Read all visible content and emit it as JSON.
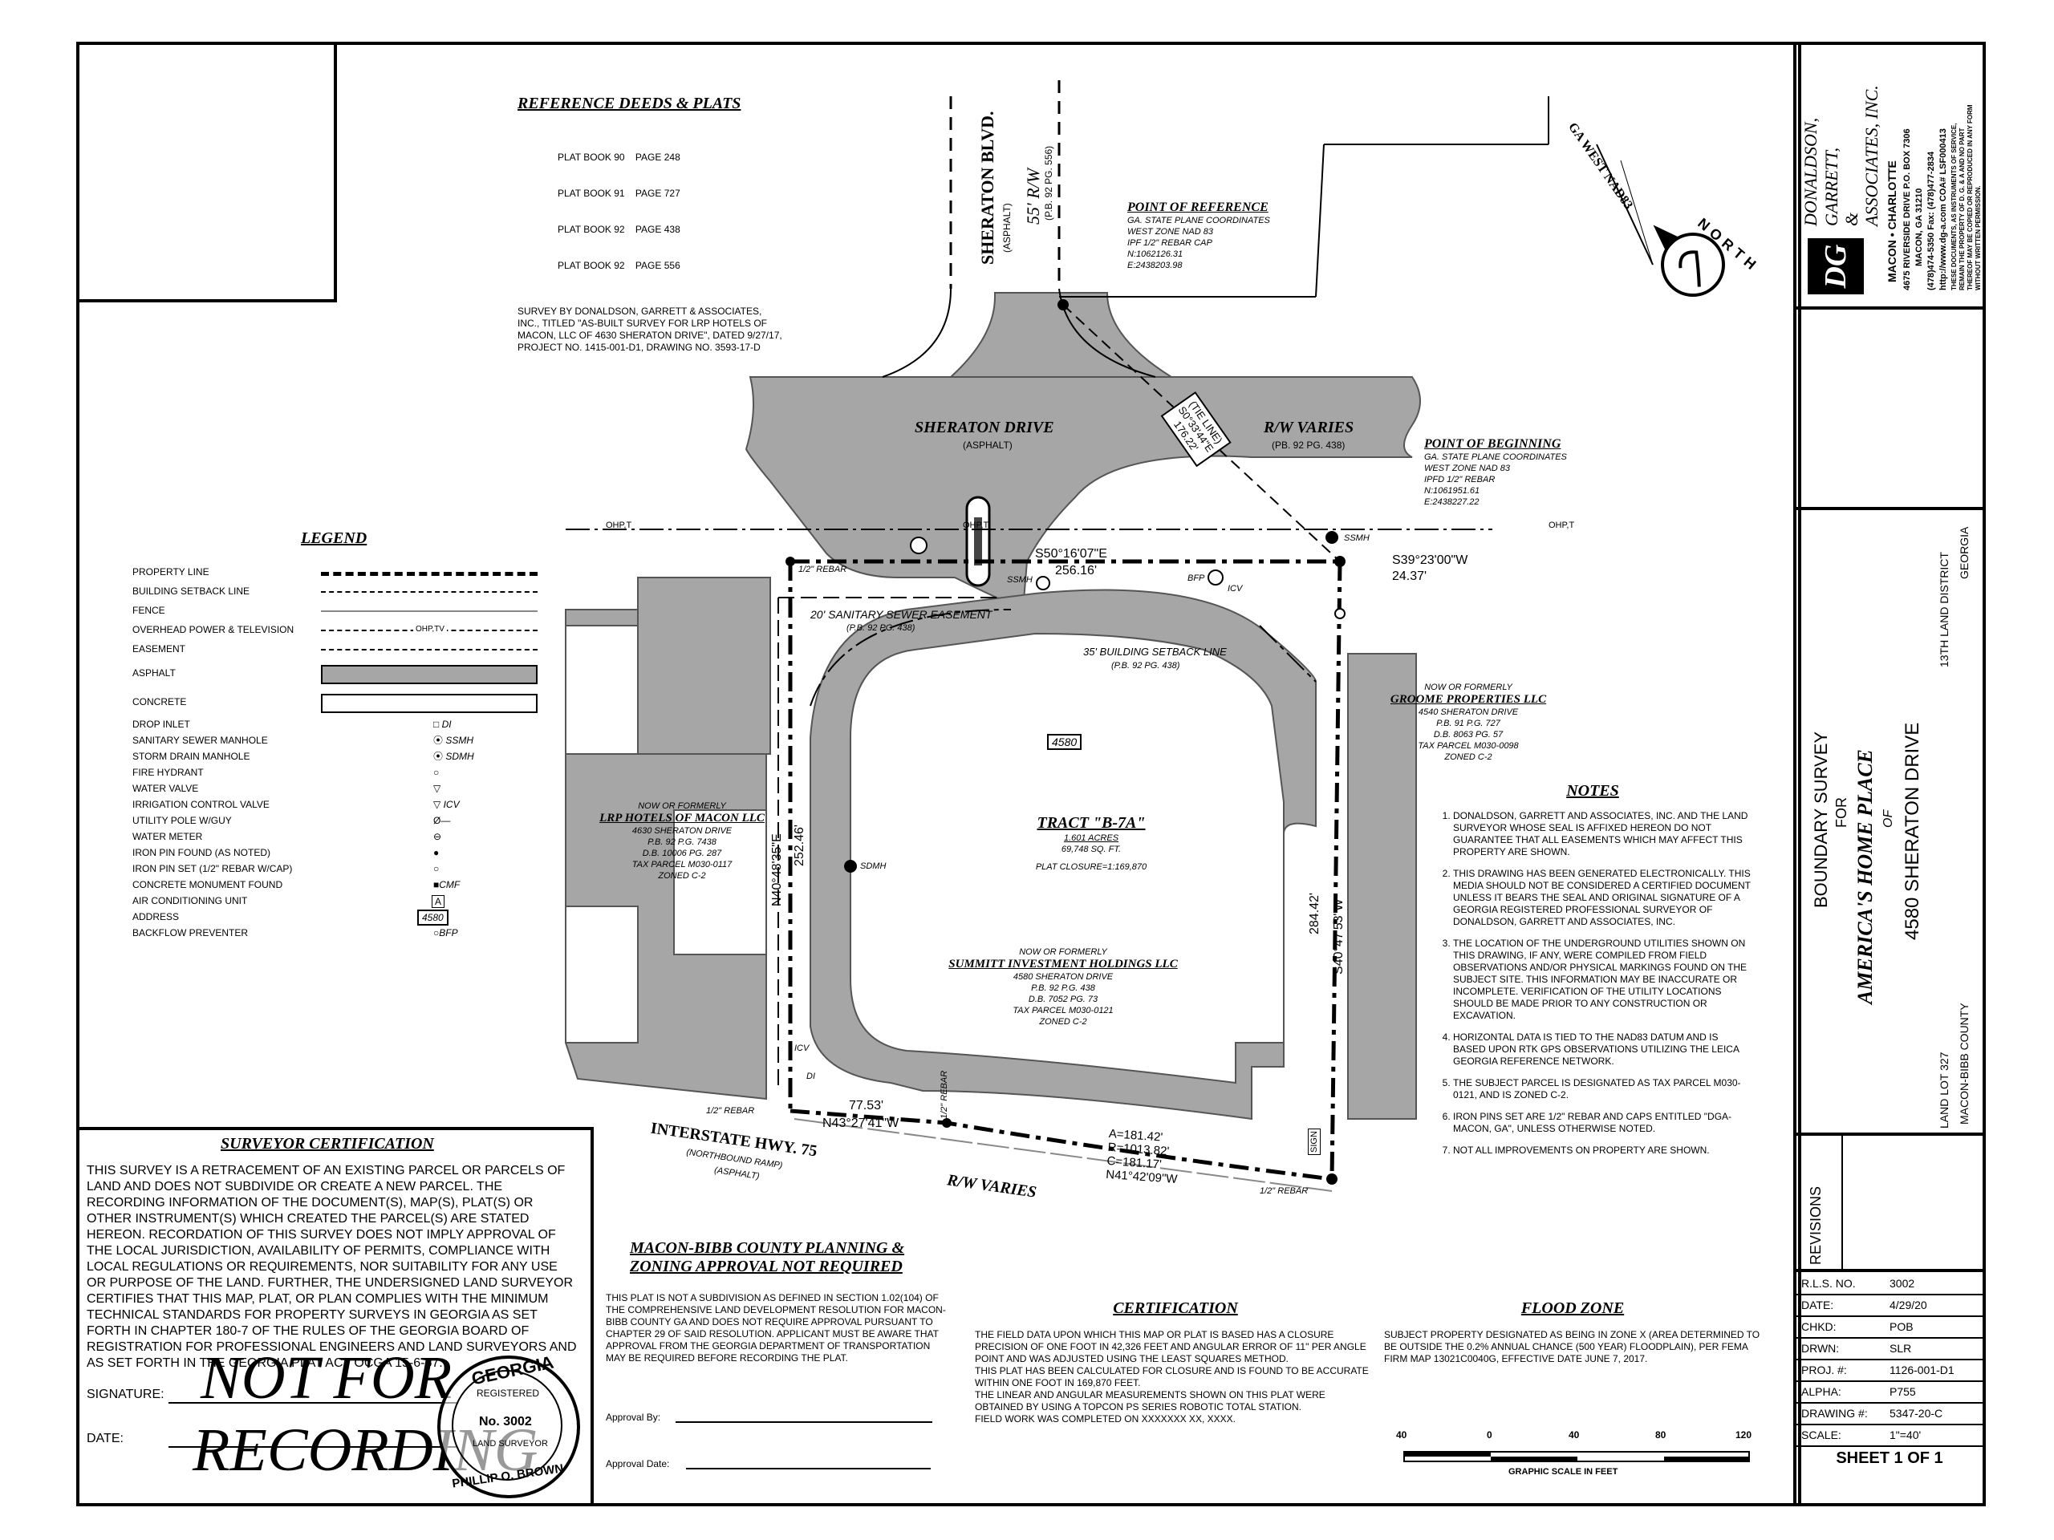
{
  "reference": {
    "title": "REFERENCE DEEDS & PLATS",
    "plats": [
      "PLAT BOOK 90    PAGE 248",
      "PLAT BOOK 91    PAGE 727",
      "PLAT BOOK 92    PAGE 438",
      "PLAT BOOK 92    PAGE 556"
    ],
    "survey_note": "SURVEY BY DONALDSON, GARRETT & ASSOCIATES, INC., TITLED \"AS-BUILT SURVEY FOR LRP HOTELS OF MACON, LLC OF 4630 SHERATON DRIVE\", DATED 9/27/17, PROJECT NO. 1415-001-D1, DRAWING NO. 3593-17-D"
  },
  "map": {
    "sheraton_blvd": "SHERATON BLVD.",
    "sheraton_blvd_sub": "(ASPHALT)",
    "blvd_rw": "55' R/W",
    "blvd_rw_ref": "(P.B. 92 PG. 556)",
    "point_of_reference": {
      "title": "POINT OF REFERENCE",
      "lines": [
        "GA. STATE PLANE COORDINATES",
        "WEST ZONE NAD 83",
        "IPF 1/2\" REBAR CAP",
        "N:1062126.31",
        "E:2438203.98"
      ]
    },
    "ga_west": "GA WEST NAD83",
    "north": "NORTH",
    "sheraton_drive": "SHERATON DRIVE",
    "sheraton_drive_sub": "(ASPHALT)",
    "rw_varies": "R/W VARIES",
    "rw_varies_ref": "(PB. 92 PG. 438)",
    "tie_line": [
      "(TIE LINE)",
      "S0°33'44\"E",
      "176.22'"
    ],
    "point_of_beginning": {
      "title": "POINT OF BEGINNING",
      "lines": [
        "GA. STATE PLANE COORDINATES",
        "WEST ZONE NAD 83",
        "IPFD 1/2\" REBAR",
        "N:1061951.61",
        "E:2438227.22"
      ]
    },
    "ohp": "OHP,T",
    "rebar_label": "1/2\" REBAR",
    "bearing_top": "S50°16'07\"E",
    "dist_top": "256.16'",
    "bearing_right_short": "S39°23'00\"W",
    "dist_right_short": "24.37'",
    "ssmh": "SSMH",
    "bfp": "BFP",
    "icv": "ICV",
    "sewer_easement": "20' SANITARY SEWER EASEMENT",
    "sewer_easement_ref": "(P.B. 92 PG. 438)",
    "setback": "35' BUILDING SETBACK LINE",
    "setback_ref": "(P.B. 92 PG. 438)",
    "address_box": "4580",
    "groome": {
      "now_or_formerly": "NOW OR FORMERLY",
      "name": "GROOME PROPERTIES LLC",
      "lines": [
        "4540 SHERATON DRIVE",
        "P.B. 91 P.G. 727",
        "D.B. 8063 PG. 57",
        "TAX PARCEL M030-0098",
        "ZONED C-2"
      ]
    },
    "lrp": {
      "now_or_formerly": "NOW OR FORMERLY",
      "name": "LRP HOTELS OF MACON LLC",
      "lines": [
        "4630 SHERATON DRIVE",
        "P.B. 92 P.G. 7438",
        "D.B. 10006 PG. 287",
        "TAX PARCEL M030-0117",
        "ZONED C-2"
      ]
    },
    "tract": {
      "name": "TRACT \"B-7A\"",
      "acres": "1.601 ACRES",
      "sqft": "69,748 SQ. FT.",
      "closure": "PLAT CLOSURE=1:169,870"
    },
    "summitt": {
      "now_or_formerly": "NOW OR FORMERLY",
      "name": "SUMMITT INVESTMENT HOLDINGS LLC",
      "lines": [
        "4580 SHERATON DRIVE",
        "P.B. 92 P.G. 438",
        "D.B. 7052 PG. 73",
        "TAX PARCEL M030-0121",
        "ZONED C-2"
      ]
    },
    "bearing_left": "N40°48'35\"E",
    "dist_left": "252.46'",
    "bearing_right": "S40°47'53\"W",
    "dist_right": "284.42'",
    "sdmh": "SDMH",
    "di": "DI",
    "dist_bottom_left": "77.53'",
    "bearing_bottom_left": "N43°27'41\"W",
    "curve": [
      "A=181.42'",
      "R=1013.82'",
      "C=181.17'",
      "N41°42'09\"W"
    ],
    "interstate": "INTERSTATE HWY. 75",
    "interstate_sub1": "(NORTHBOUND RAMP)",
    "interstate_sub2": "(ASPHALT)",
    "rw_varies_bottom": "R/W VARIES",
    "sign_label": "SIGN"
  },
  "legend": {
    "title": "LEGEND",
    "items": [
      "PROPERTY LINE",
      "BUILDING SETBACK LINE",
      "FENCE",
      "OVERHEAD POWER & TELEVISION",
      "EASEMENT",
      "ASPHALT",
      "CONCRETE",
      "DROP INLET",
      "SANITARY SEWER MANHOLE",
      "STORM DRAIN MANHOLE",
      "FIRE HYDRANT",
      "WATER VALVE",
      "IRRIGATION CONTROL VALVE",
      "UTILITY POLE W/GUY",
      "WATER METER",
      "IRON PIN FOUND (AS NOTED)",
      "IRON PIN SET (1/2\" REBAR W/CAP)",
      "CONCRETE MONUMENT FOUND",
      "AIR CONDITIONING UNIT",
      "ADDRESS",
      "BACKFLOW PREVENTER"
    ],
    "sym": {
      "ohp": "OHP,TV",
      "di": "DI",
      "ssmh": "SSMH",
      "sdmh": "SDMH",
      "icv": "ICV",
      "cmf": "CMF",
      "ac": "A",
      "addr": "4580",
      "bfp": "BFP"
    }
  },
  "notes": {
    "title": "NOTES",
    "items": [
      "DONALDSON, GARRETT AND ASSOCIATES, INC. AND THE LAND SURVEYOR WHOSE SEAL IS AFFIXED HEREON DO NOT GUARANTEE THAT ALL EASEMENTS WHICH MAY AFFECT THIS PROPERTY ARE SHOWN.",
      "THIS DRAWING HAS BEEN GENERATED ELECTRONICALLY. THIS MEDIA SHOULD NOT BE CONSIDERED A CERTIFIED DOCUMENT UNLESS IT BEARS THE SEAL AND ORIGINAL SIGNATURE OF A GEORGIA REGISTERED PROFESSIONAL SURVEYOR OF DONALDSON, GARRETT AND ASSOCIATES, INC.",
      "THE LOCATION OF THE UNDERGROUND UTILITIES SHOWN ON THIS DRAWING, IF ANY, WERE COMPILED FROM FIELD OBSERVATIONS AND/OR PHYSICAL MARKINGS FOUND ON THE SUBJECT SITE. THIS INFORMATION MAY BE INACCURATE OR INCOMPLETE. VERIFICATION OF THE UTILITY LOCATIONS SHOULD BE MADE PRIOR TO ANY CONSTRUCTION OR EXCAVATION.",
      "HORIZONTAL DATA IS TIED TO THE NAD83 DATUM AND IS BASED UPON RTK GPS OBSERVATIONS UTILIZING THE LEICA GEORGIA REFERENCE NETWORK.",
      "THE SUBJECT PARCEL IS DESIGNATED AS TAX PARCEL M030-0121, AND IS ZONED C-2.",
      "IRON PINS SET ARE 1/2\" REBAR AND CAPS ENTITLED \"DGA-MACON, GA\", UNLESS OTHERWISE NOTED.",
      "NOT ALL IMPROVEMENTS ON PROPERTY ARE SHOWN."
    ]
  },
  "surveyor_cert": {
    "title": "SURVEYOR CERTIFICATION",
    "text": "THIS SURVEY IS A RETRACEMENT OF AN EXISTING PARCEL OR PARCELS OF LAND AND DOES NOT SUBDIVIDE OR CREATE A NEW PARCEL. THE RECORDING INFORMATION OF THE DOCUMENT(S), MAP(S), PLAT(S) OR OTHER INSTRUMENT(S) WHICH CREATED THE PARCEL(S) ARE STATED HEREON. RECORDATION OF THIS SURVEY DOES NOT IMPLY APPROVAL OF THE LOCAL JURISDICTION, AVAILABILITY OF PERMITS, COMPLIANCE WITH LOCAL REGULATIONS OR REQUIREMENTS, NOR SUITABILITY FOR ANY USE OR PURPOSE OF THE LAND. FURTHER, THE UNDERSIGNED LAND SURVEYOR CERTIFIES THAT THIS MAP, PLAT, OR PLAN COMPLIES WITH THE MINIMUM TECHNICAL STANDARDS FOR PROPERTY SURVEYS IN GEORGIA AS SET FORTH IN CHAPTER 180-7 OF THE RULES OF THE GEORGIA BOARD OF REGISTRATION FOR PROFESSIONAL ENGINEERS AND LAND SURVEYORS AND AS SET FORTH IN THE GEORGIA PLAT ACT OCGA 15-6-67.",
    "signature_label": "SIGNATURE:",
    "date_label": "DATE:",
    "stamp_line1": "NOT FOR",
    "stamp_line2": "RECORDING",
    "seal": {
      "top": "GEORGIA",
      "registered": "REGISTERED",
      "number": "No. 3002",
      "land_surveyor": "LAND SURVEYOR",
      "name": "PHILLIP O. BROWN"
    }
  },
  "planning": {
    "title1": "MACON-BIBB COUNTY PLANNING &",
    "title2": "ZONING APPROVAL NOT REQUIRED",
    "text": "THIS PLAT IS NOT A SUBDIVISION AS DEFINED IN SECTION 1.02(104) OF THE COMPREHENSIVE LAND DEVELOPMENT RESOLUTION FOR MACON-BIBB COUNTY GA AND DOES NOT REQUIRE APPROVAL PURSUANT TO CHAPTER 29 OF SAID RESOLUTION. APPLICANT MUST BE AWARE THAT APPROVAL FROM THE GEORGIA DEPARTMENT OF TRANSPORTATION MAY BE REQUIRED BEFORE RECORDING THE PLAT.",
    "approval_by": "Approval By:",
    "approval_date": "Approval Date:"
  },
  "certification": {
    "title": "CERTIFICATION",
    "text1": "THE FIELD DATA UPON WHICH THIS MAP OR PLAT IS BASED HAS A CLOSURE PRECISION OF ONE FOOT IN 42,326 FEET AND ANGULAR ERROR OF 11\" PER ANGLE POINT AND WAS ADJUSTED USING THE LEAST SQUARES METHOD.",
    "text2": "THIS PLAT HAS BEEN CALCULATED FOR CLOSURE AND IS FOUND TO BE ACCURATE WITHIN ONE FOOT IN 169,870 FEET.",
    "text3": "THE LINEAR AND ANGULAR MEASUREMENTS SHOWN ON THIS PLAT WERE OBTAINED BY USING A TOPCON PS SERIES ROBOTIC TOTAL STATION.",
    "text4": "FIELD WORK WAS COMPLETED ON XXXXXXX XX, XXXX."
  },
  "flood": {
    "title": "FLOOD ZONE",
    "text": "SUBJECT PROPERTY DESIGNATED AS BEING IN ZONE X (AREA DETERMINED TO BE OUTSIDE THE 0.2% ANNUAL CHANCE (500 YEAR) FLOODPLAIN), PER FEMA FIRM MAP 13021C0040G, EFFECTIVE DATE JUNE 7, 2017."
  },
  "scale_bar": {
    "labels": [
      "40",
      "0",
      "40",
      "80",
      "120"
    ],
    "caption": "GRAPHIC SCALE IN FEET"
  },
  "title_block": {
    "company": [
      "DONALDSON,",
      "GARRETT,",
      "&",
      "ASSOCIATES, INC."
    ],
    "office": "MACON • CHARLOTTE",
    "address1": "4675 RIVERSIDE DRIVE P.O. BOX 7306",
    "address2": "MACON, GA 31210",
    "phone": "(478)474-5350 Fax: (478)477-2834",
    "web": "http://www.dg-a.com  COA# LSF000413",
    "fine1": "THESE DOCUMENTS, AS INSTRUMENTS OF SERVICE,",
    "fine2": "REMAIN THE PROPERTY OF D. G. & A AND NO PART",
    "fine3": "THEREOF MAY BE COPIED OR REPRODUCED IN ANY FORM",
    "fine4": "WITHOUT WRITTEN PERMISSION.",
    "logo": "DG",
    "survey_type": "BOUNDARY SURVEY",
    "for": "FOR",
    "client": "AMERICA'S HOME PLACE",
    "of": "OF",
    "site": "4580 SHERATON DRIVE",
    "district": "13TH LAND DISTRICT",
    "state": "GEORGIA",
    "land_lot": "LAND LOT 327",
    "county": "MACON-BIBB COUNTY",
    "revisions": "REVISIONS",
    "rows": [
      {
        "label": "R.L.S. NO.",
        "value": "3002"
      },
      {
        "label": "DATE:",
        "value": "4/29/20"
      },
      {
        "label": "CHKD:",
        "value": "POB"
      },
      {
        "label": "DRWN:",
        "value": "SLR"
      },
      {
        "label": "PROJ. #:",
        "value": "1126-001-D1"
      },
      {
        "label": "ALPHA:",
        "value": "P755"
      },
      {
        "label": "DRAWING #:",
        "value": "5347-20-C"
      },
      {
        "label": "SCALE:",
        "value": "1\"=40'"
      }
    ],
    "sheet": "SHEET 1 OF 1"
  }
}
